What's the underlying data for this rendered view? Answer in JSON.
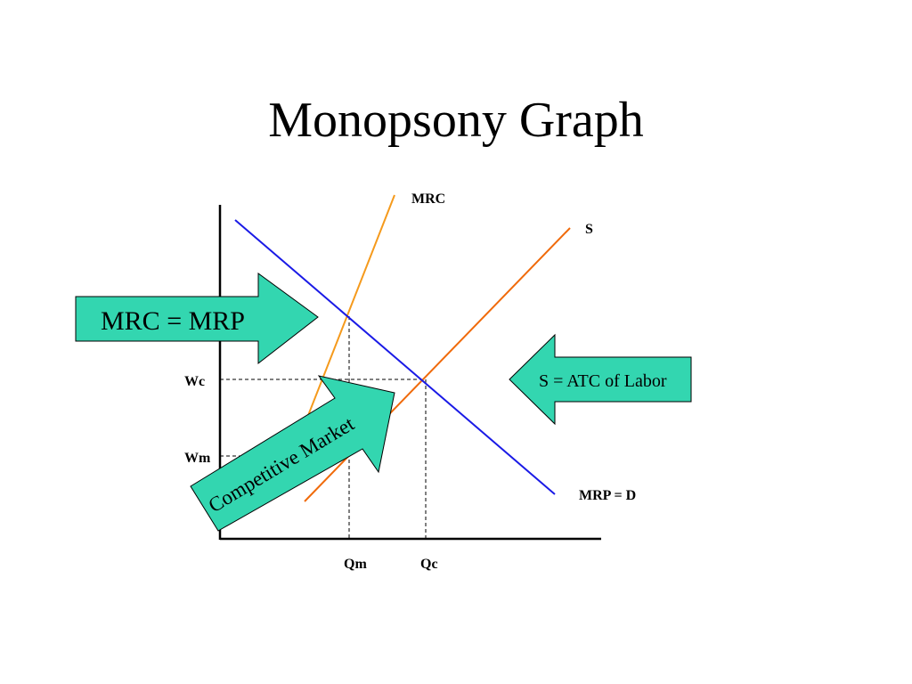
{
  "title": "Monopsony Graph",
  "colors": {
    "mrc_curve": "#f59a1c",
    "supply_curve": "#f06a0a",
    "demand_curve": "#1a1ae6",
    "arrow_fill": "#33d6b0",
    "axis": "#000000"
  },
  "curves": {
    "mrc": "MRC",
    "supply": "S",
    "demand": "MRP = D"
  },
  "axes": {
    "wc": "Wc",
    "wm": "Wm",
    "qm": "Qm",
    "qc": "Qc"
  },
  "callouts": {
    "mrc_mrp": "MRC = MRP",
    "supply_atc": "S = ATC of Labor",
    "competitive": "Competitive Market"
  }
}
